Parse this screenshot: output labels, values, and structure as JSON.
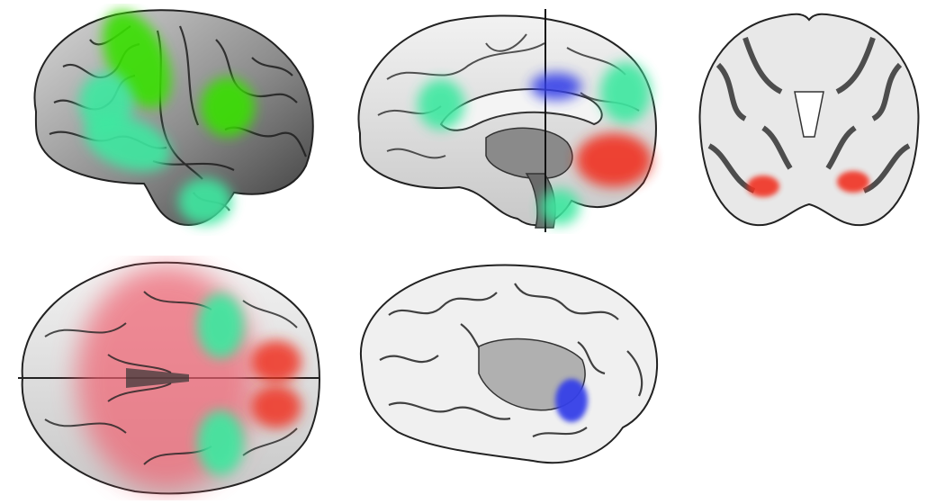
{
  "colors": {
    "green": "#38e000",
    "teal": "#3ce8a0",
    "blue": "#3540e8",
    "red": "#f03020",
    "pink": "#f06070"
  },
  "views": [
    {
      "key": "lateral",
      "name": "lateral-hemisphere-view",
      "activations": [
        {
          "region": "dorsal-frontal",
          "color": "green"
        },
        {
          "region": "parietal",
          "color": "green"
        },
        {
          "region": "ventrolateral-prefrontal",
          "color": "teal"
        },
        {
          "region": "inferior-frontal",
          "color": "teal"
        },
        {
          "region": "temporal-pole",
          "color": "teal"
        }
      ]
    },
    {
      "key": "medial",
      "name": "medial-hemisphere-view",
      "activations": [
        {
          "region": "precuneus",
          "color": "teal"
        },
        {
          "region": "anterior-cingulate",
          "color": "blue"
        },
        {
          "region": "medial-prefrontal",
          "color": "teal"
        },
        {
          "region": "ventromedial-prefrontal",
          "color": "red"
        },
        {
          "region": "medial-temporal",
          "color": "teal"
        }
      ]
    },
    {
      "key": "coronal",
      "name": "coronal-section-view",
      "activations": [
        {
          "region": "amygdala-left",
          "color": "red"
        },
        {
          "region": "amygdala-right",
          "color": "red"
        }
      ]
    },
    {
      "key": "ventral",
      "name": "ventral-brain-view",
      "activations": [
        {
          "region": "orbitofrontal",
          "color": "pink"
        },
        {
          "region": "lateral-orbitofrontal",
          "color": "teal"
        },
        {
          "region": "medial-orbitofrontal",
          "color": "red"
        }
      ]
    },
    {
      "key": "insula",
      "name": "insula-cutaway-view",
      "activations": [
        {
          "region": "insula",
          "color": "blue"
        }
      ]
    }
  ]
}
